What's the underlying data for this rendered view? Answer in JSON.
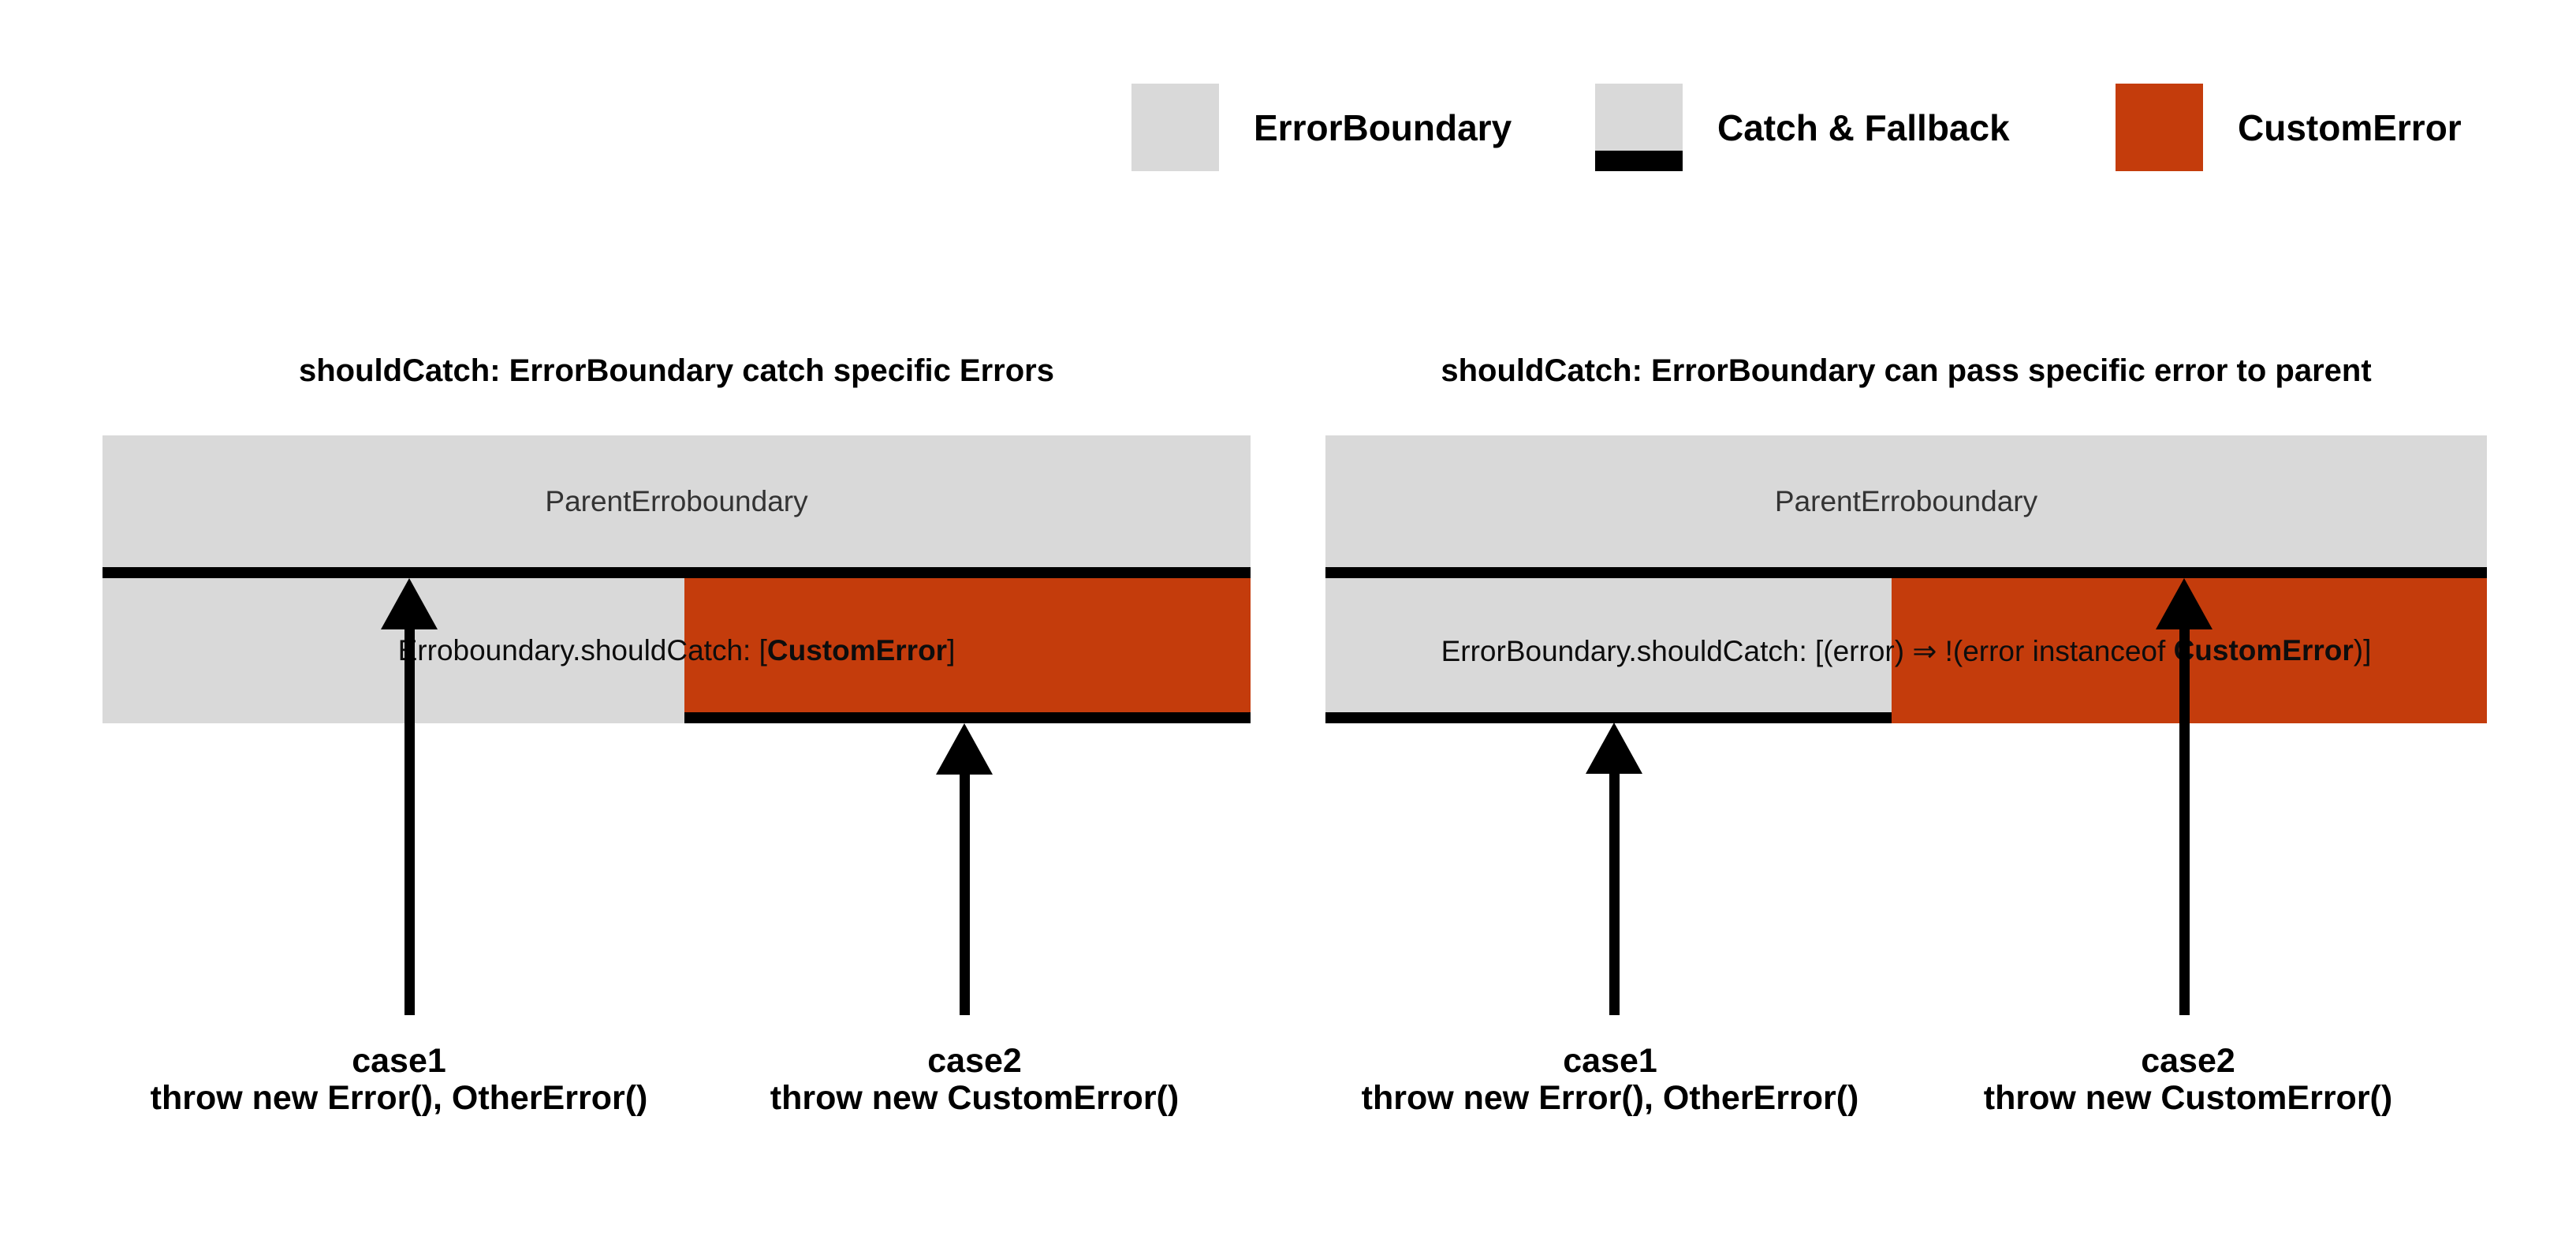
{
  "colors": {
    "boundary_gray": "#D9D9D9",
    "custom_error_orange": "#C43C0C",
    "catch_bar_black": "#000000",
    "parent_text": "#333333"
  },
  "legend": {
    "items": [
      {
        "label": "ErrorBoundary",
        "swatch": "error-boundary-swatch"
      },
      {
        "label": "Catch & Fallback",
        "swatch": "catch-fallback-swatch"
      },
      {
        "label": "CustomError",
        "swatch": "custom-error-swatch"
      }
    ]
  },
  "panels": [
    {
      "title": "shouldCatch: ErrorBoundary catch specific Errors",
      "parent_label": "ParentErroboundary",
      "rule": {
        "prefix": "Erroboundary.shouldCatch: [",
        "bold": "CustomError",
        "suffix": "]"
      },
      "cases": [
        {
          "name": "case1",
          "code": "throw new Error(), OtherError()"
        },
        {
          "name": "case2",
          "code": "throw new CustomError()"
        }
      ]
    },
    {
      "title": "shouldCatch: ErrorBoundary can pass specific error to parent",
      "parent_label": "ParentErroboundary",
      "rule": {
        "prefix": "ErrorBoundary.shouldCatch: [(error) ⇒ !(error instanceof ",
        "bold": "CustomError",
        "suffix": ")]"
      },
      "cases": [
        {
          "name": "case1",
          "code": "throw new Error(), OtherError()"
        },
        {
          "name": "case2",
          "code": "throw new CustomError()"
        }
      ]
    }
  ]
}
